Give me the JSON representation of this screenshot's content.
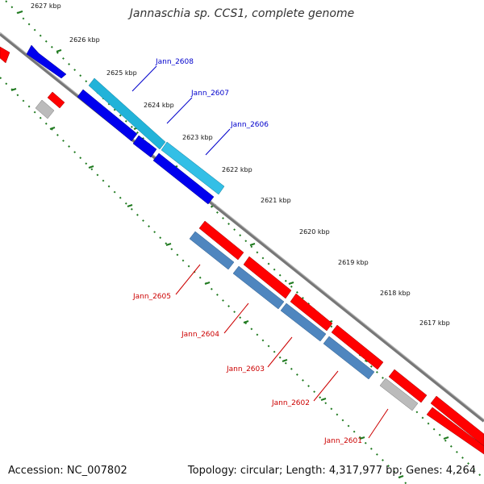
{
  "title": "Jannaschia sp. CCS1, complete genome",
  "footer": {
    "accession": "Accession: NC_007802",
    "topology": "Topology: circular; Length: 4,317,977 bp; Genes: 4,264"
  },
  "colors": {
    "background": "#ffffff",
    "backbone": "#777777",
    "tick": "#1f7a1f",
    "forward_gene": "#ff0000",
    "reverse_gene": "#0000ee",
    "selected_reverse_gene": "#22b3d9",
    "selected_forward_gene": "#4f86bf",
    "pseudo_gene": "#bbbbbb",
    "label_forward": "#cc0000",
    "label_reverse": "#0000cc"
  },
  "scale_labels": [
    "2627 kbp",
    "2626 kbp",
    "2625 kbp",
    "2624 kbp",
    "2623 kbp",
    "2622 kbp",
    "2621 kbp",
    "2620 kbp",
    "2619 kbp",
    "2618 kbp",
    "2617 kbp"
  ],
  "gene_labels_reverse": [
    "Jann_2608",
    "Jann_2607",
    "Jann_2606"
  ],
  "gene_labels_forward": [
    "Jann_2605",
    "Jann_2604",
    "Jann_2603",
    "Jann_2602",
    "Jann_2601"
  ]
}
